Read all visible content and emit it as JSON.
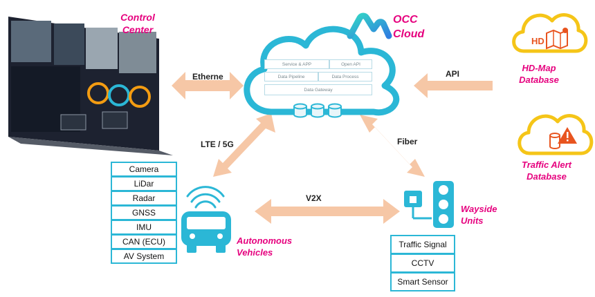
{
  "control_center": {
    "label_line1": "Control",
    "label_line2": "Center"
  },
  "occ": {
    "label_line1": "OCC",
    "label_line2": "Cloud"
  },
  "cloud_modules": {
    "service_app": "Service & APP",
    "open_api": "Open API",
    "data_pipeline": "Data Pipeline",
    "data_process": "Data Process",
    "data_gateway": "Data Gateway"
  },
  "connections": {
    "ethernet": "Etherne",
    "api": "API",
    "lte_5g": "LTE / 5G",
    "fiber": "Fiber",
    "v2x": "V2X"
  },
  "hd_map": {
    "icon_text": "HD",
    "label_line1": "HD-Map",
    "label_line2": "Database"
  },
  "traffic_alert": {
    "label_line1": "Traffic Alert",
    "label_line2": "Database"
  },
  "vehicles": {
    "label_line1": "Autonomous",
    "label_line2": "Vehicles",
    "components": [
      "Camera",
      "LiDar",
      "Radar",
      "GNSS",
      "IMU",
      "CAN (ECU)",
      "AV System"
    ]
  },
  "wayside": {
    "label_line1": "Wayside",
    "label_line2": "Units",
    "components": [
      "Traffic Signal",
      "CCTV",
      "Smart Sensor"
    ]
  },
  "colors": {
    "accent_cyan": "#2bb7d6",
    "arrow": "#f6c7a6",
    "magenta": "#e6007e",
    "cloud_yellow": "#f5c518",
    "alert_orange": "#e8541f"
  }
}
